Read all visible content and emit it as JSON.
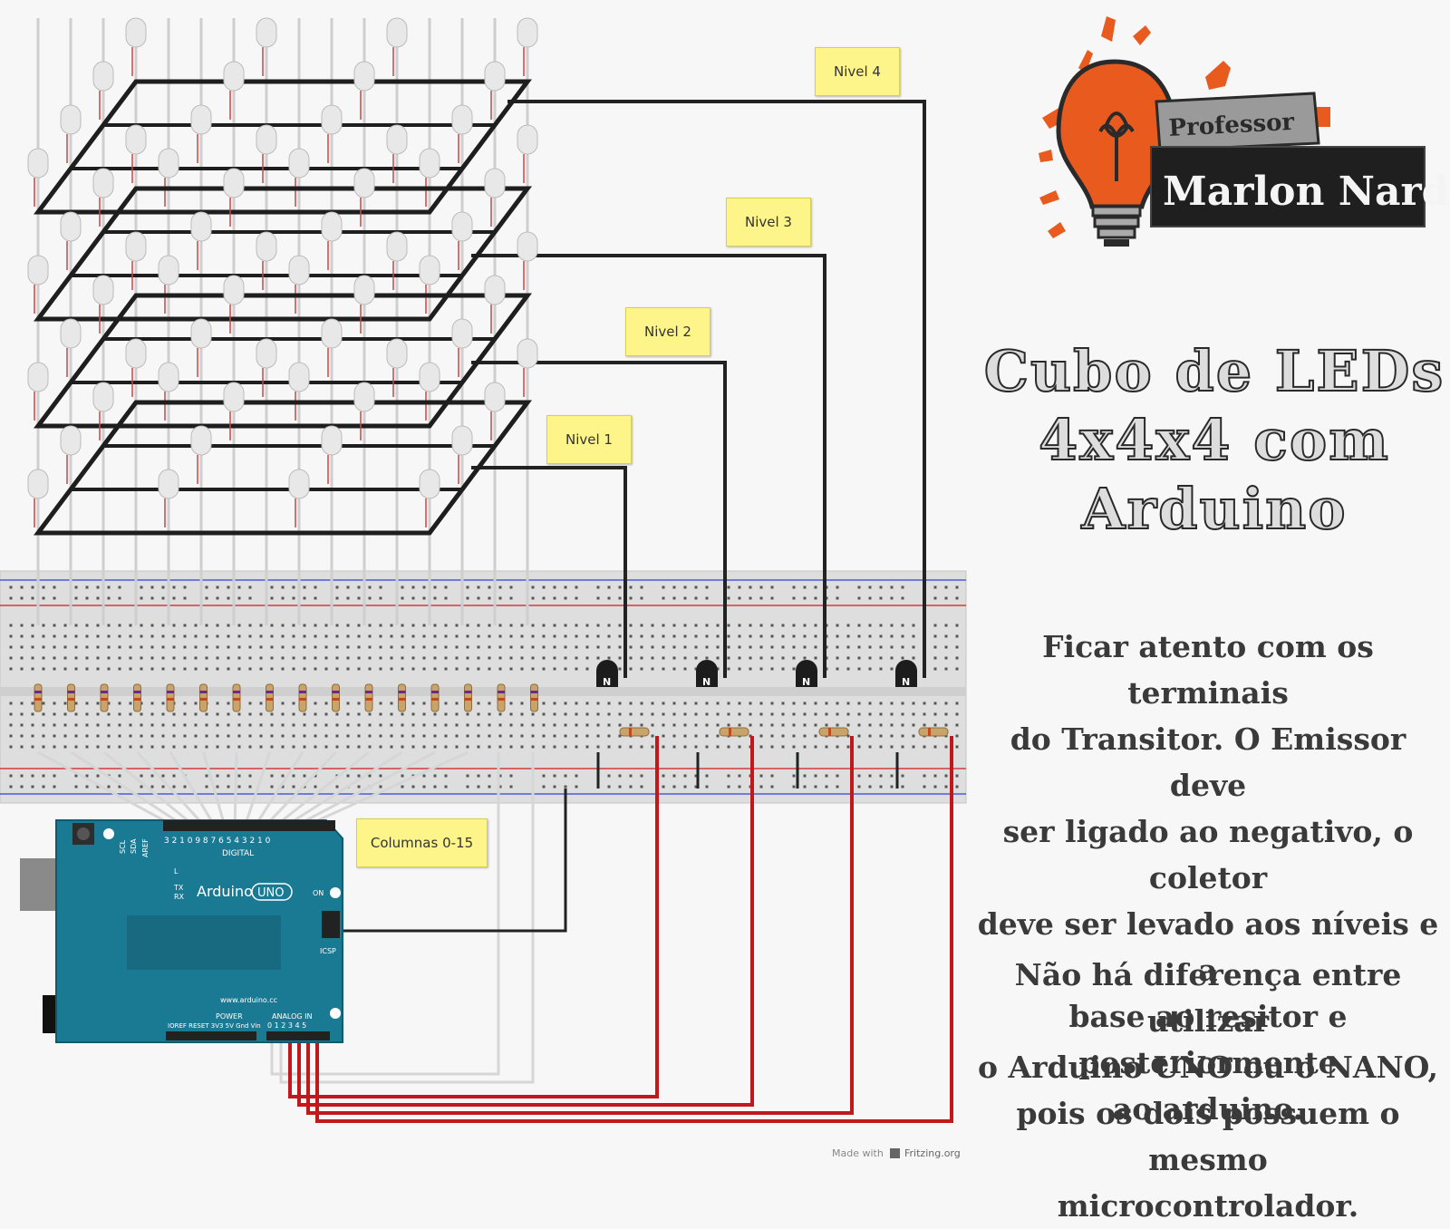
{
  "logo": {
    "line1": "Professor",
    "line2": "Marlon Nardi"
  },
  "title_lines": [
    "Cubo de LEDs",
    "4x4x4 com",
    "Arduino"
  ],
  "notes": {
    "nivel4": "Nivel 4",
    "nivel3": "Nivel 3",
    "nivel2": "Nivel 2",
    "nivel1": "Nivel 1",
    "columnas": "Columnas 0-15"
  },
  "paragraph1_lines": [
    "Ficar atento com os terminais",
    "do Transitor. O Emissor deve",
    "ser ligado ao negativo, o coletor",
    "deve ser levado aos níveis e a",
    "base ao resitor e posteriormente",
    "ao arduino."
  ],
  "paragraph2_lines": [
    "Não há diferença entre utilizar",
    "o Arduino UNO ou o NANO,",
    "pois os dois possuem o mesmo",
    "microcontrolador."
  ],
  "arduino": {
    "brand": "Arduino",
    "model": "UNO",
    "on": "ON",
    "digital": "DIGITAL",
    "digital_pins": "3 2 1 0 9 8   7 6 5 4 3 2 1 0",
    "scl": "SCL",
    "sda": "SDA",
    "aref": "AREF",
    "l": "L",
    "tx": "TX",
    "rx": "RX",
    "icsp": "ICSP",
    "site": "www.arduino.cc",
    "power": "POWER",
    "analog": "ANALOG IN",
    "power_pins": "IOREF RESET 3V3 5V Gnd Vin",
    "analog_pins": "0 1 2 3 4 5"
  },
  "transistor_label": "N",
  "credit": {
    "prefix": "Made with",
    "brand": "Fritzing.org"
  },
  "colors": {
    "wire_black": "#222222",
    "wire_red": "#c0181b",
    "board_teal": "#1a7a93",
    "note_yellow": "#fdf58a",
    "logo_orange": "#e85a1e"
  }
}
